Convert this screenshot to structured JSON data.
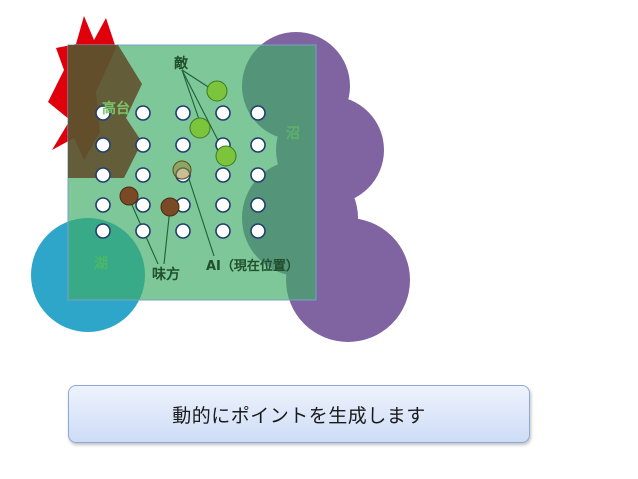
{
  "diagram": {
    "labels": {
      "enemy": "敵",
      "high_ground": "高台",
      "swamp": "沼",
      "lake": "湖",
      "ally": "味方",
      "ai_position": "AI（現在位置）"
    },
    "colors": {
      "field": "#3fad67",
      "swamp": "#8064a2",
      "lake": "#2ea6c9",
      "high_ground": "#5f4524",
      "danger": "#e0000b",
      "enemy_unit": "#7cc43b",
      "ally_unit": "#7a4a26",
      "point": "#ffffff",
      "point_border": "#1f3f6e",
      "label_green": "#1f6f3c"
    }
  },
  "caption": {
    "text": "動的にポイントを生成します"
  }
}
